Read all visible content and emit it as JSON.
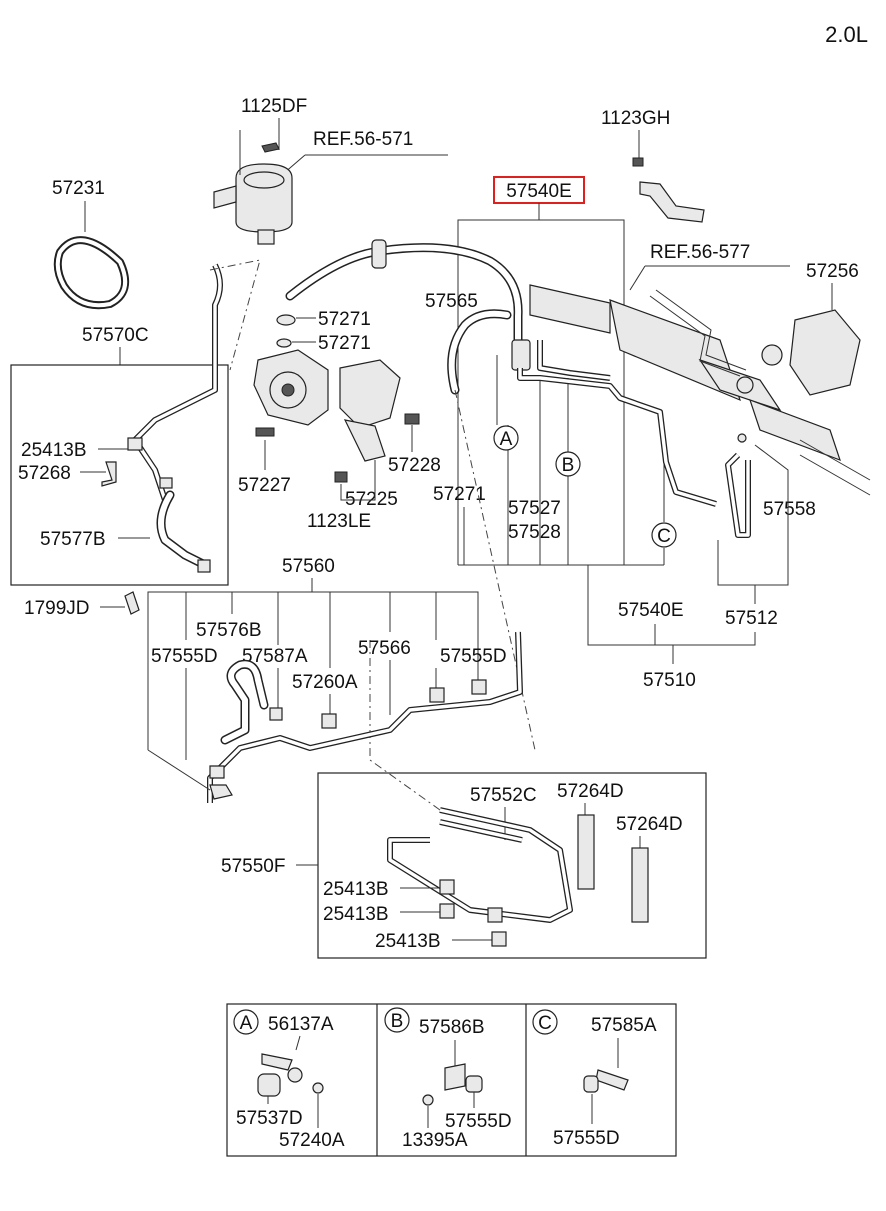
{
  "engine": "2.0L",
  "highlight_color": "#e0201e",
  "labels": {
    "l1125DF": "1125DF",
    "ref56571": "REF.56-571",
    "l57231": "57231",
    "l1123GH": "1123GH",
    "l57540E_top": "57540E",
    "ref56577": "REF.56-577",
    "l57256": "57256",
    "l57565": "57565",
    "l57271a": "57271",
    "l57271b": "57271",
    "l57570C": "57570C",
    "l25413B_left": "25413B",
    "l57268": "57268",
    "l57227": "57227",
    "l57228": "57228",
    "l57225": "57225",
    "l1123LE": "1123LE",
    "l57271c": "57271",
    "l57527": "57527",
    "l57528": "57528",
    "l57558": "57558",
    "l57577B": "57577B",
    "l57560": "57560",
    "l1799JD": "1799JD",
    "l57576B": "57576B",
    "l57555D_a": "57555D",
    "l57587A": "57587A",
    "l57566": "57566",
    "l57555D_b": "57555D",
    "l57260A": "57260A",
    "l57540E_bot": "57540E",
    "l57512": "57512",
    "l57510": "57510",
    "l57552C": "57552C",
    "l57264D_a": "57264D",
    "l57264D_b": "57264D",
    "l57550F": "57550F",
    "l25413B_a": "25413B",
    "l25413B_b": "25413B",
    "l25413B_c": "25413B"
  },
  "callouts": {
    "A": "A",
    "B": "B",
    "C": "C"
  },
  "detail_boxes": {
    "A": {
      "letter": "A",
      "p1": "56137A",
      "p2": "57537D",
      "p3": "57240A"
    },
    "B": {
      "letter": "B",
      "p1": "57586B",
      "p2": "57555D",
      "p3": "13395A"
    },
    "C": {
      "letter": "C",
      "p1": "57585A",
      "p2": "57555D"
    }
  }
}
